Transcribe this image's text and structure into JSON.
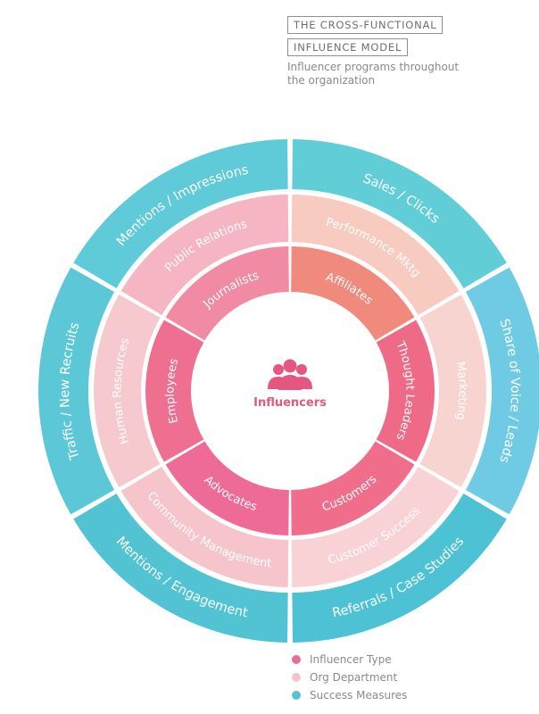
{
  "header": {
    "title_line1": "THE CROSS-FUNCTIONAL",
    "title_line2": "INFLUENCE MODEL",
    "subtitle": "Influencer programs throughout the organization"
  },
  "center": {
    "icon": "people-group-icon",
    "label": "Influencers",
    "color": "#e5577f"
  },
  "rings": {
    "inner": [
      {
        "label": "Affiliates",
        "color": "#f08a7d"
      },
      {
        "label": "Thought Leaders",
        "color": "#ee6a86"
      },
      {
        "label": "Customers",
        "color": "#f06e8c"
      },
      {
        "label": "Advocates",
        "color": "#ef6b97"
      },
      {
        "label": "Employees",
        "color": "#ee6f90"
      },
      {
        "label": "Journalists",
        "color": "#f18aa3"
      }
    ],
    "middle": [
      {
        "label": "Performance Mktg",
        "color": "#f7cbc0"
      },
      {
        "label": "Marketing",
        "color": "#f7d4d0"
      },
      {
        "label": "Customer Success",
        "color": "#f9d2d6"
      },
      {
        "label": "Community Management",
        "color": "#f6c5cc"
      },
      {
        "label": "Human Resources",
        "color": "#f6c9cf"
      },
      {
        "label": "Public Relations",
        "color": "#f5b5c2"
      }
    ],
    "outer": [
      {
        "label": "Sales / Clicks",
        "color": "#60cdd7"
      },
      {
        "label": "Share of Voice / Leads",
        "color": "#6fcbe3"
      },
      {
        "label": "Referrals / Case Studies",
        "color": "#4cc2d4"
      },
      {
        "label": "Mentions / Engagement",
        "color": "#52c3d3"
      },
      {
        "label": "Traffic / New Recruits",
        "color": "#5cc7d6"
      },
      {
        "label": "Mentions / Impressions",
        "color": "#5fcad8"
      }
    ]
  },
  "legend": [
    {
      "label": "Influencer Type",
      "color": "#ef6b97"
    },
    {
      "label": "Org Department",
      "color": "#f6c5cc"
    },
    {
      "label": "Success Measures",
      "color": "#52c3d3"
    }
  ]
}
